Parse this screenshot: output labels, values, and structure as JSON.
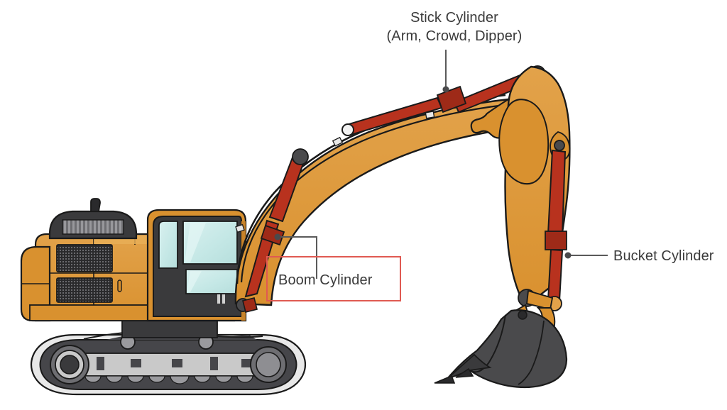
{
  "diagram": {
    "subject": "Excavator hydraulic cylinders",
    "background_color": "#ffffff"
  },
  "labels": {
    "stick": {
      "line1": "Stick Cylinder",
      "line2": "(Arm, Crowd, Dipper)"
    },
    "boom": {
      "text": "Boom Cylinder",
      "highlight_box_color": "#e05a52"
    },
    "bucket": {
      "text": "Bucket Cylinder"
    }
  },
  "colors": {
    "body_orange": "#d9912f",
    "body_orange_light": "#e2a24a",
    "body_orange_dark": "#c8832a",
    "cylinder_red": "#b8321e",
    "cylinder_red_dark": "#9e2a18",
    "cab_dark": "#3a3a3c",
    "glass": "#c5e8e6",
    "glass_light": "#d9f0ef",
    "track_dark": "#46464a",
    "track_light": "#c9c9c9",
    "track_outer": "#e8e8e8",
    "bucket_grey": "#4a4a4c",
    "bucket_grey_dark": "#3a3a3c",
    "outline": "#1a1a1a",
    "leader_line": "#5a5a5a",
    "text": "#3a3a3a"
  },
  "parts": {
    "boom_cylinder": "boom-cylinder",
    "stick_cylinder": "stick-cylinder",
    "bucket_cylinder": "bucket-cylinder",
    "bucket": "bucket",
    "cab": "operator-cab",
    "engine_hood": "engine-hood",
    "track": "crawler-track",
    "boom": "boom-arm",
    "stick": "stick-arm"
  }
}
